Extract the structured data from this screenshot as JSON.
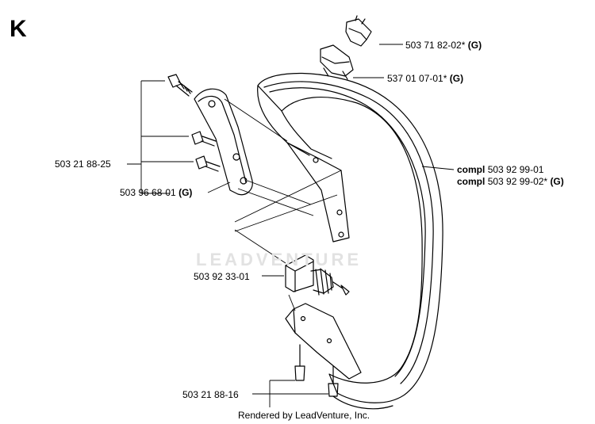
{
  "section_letter": "K",
  "watermark": "LEADVENTURE",
  "footer": "Rendered by LeadVenture, Inc.",
  "parts": {
    "p1_num": "503 71 82-02*",
    "p1_tag": "(G)",
    "p2_num": "537 01 07-01*",
    "p2_tag": "(G)",
    "p3_num": "503 21 88-25",
    "p4_num": "503 96 68-01",
    "p4_tag": "(G)",
    "p5_pre": "compl",
    "p5_num": "503 92 99-01",
    "p6_pre": "compl",
    "p6_num": "503 92 99-02*",
    "p6_tag": "(G)",
    "p7_num": "503 92 33-01",
    "p8_num": "503 21 88-16"
  }
}
